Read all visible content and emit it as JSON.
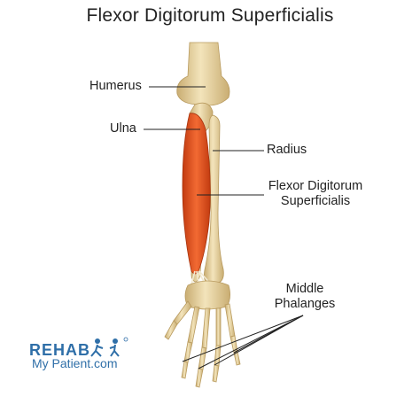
{
  "title": "Flexor Digitorum Superficialis",
  "labels": {
    "humerus": "Humerus",
    "ulna": "Ulna",
    "radius": "Radius",
    "fds_line1": "Flexor Digitorum",
    "fds_line2": "Superficialis",
    "middle_line1": "Middle",
    "middle_line2": "Phalanges"
  },
  "logo": {
    "brand": "REHAB",
    "site": "My Patient.com"
  },
  "colors": {
    "bone": "#e9d6a5",
    "bone_shade": "#c9ad72",
    "muscle": "#e8501f",
    "muscle_dark": "#c23b10",
    "logo": "#2f6fa8"
  }
}
